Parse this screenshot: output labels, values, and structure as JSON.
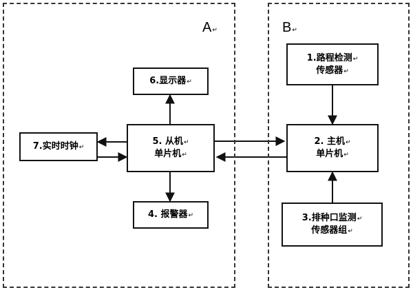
{
  "regions": [
    {
      "id": "A",
      "label": "A",
      "return_mark": "↵"
    },
    {
      "id": "B",
      "label": "B",
      "return_mark": "↵"
    }
  ],
  "blocks": [
    {
      "id": "1",
      "lines": [
        "1.路程检测",
        "传感器"
      ],
      "return_mark": "↵"
    },
    {
      "id": "2",
      "lines": [
        "2. 主机",
        "单片机"
      ],
      "return_mark": "↵"
    },
    {
      "id": "3",
      "lines": [
        "3.排种口监测",
        "传感器组"
      ],
      "return_mark": "↵"
    },
    {
      "id": "4",
      "lines": [
        "4. 报警器"
      ],
      "return_mark": "↵"
    },
    {
      "id": "5",
      "lines": [
        "5. 从机",
        "单片机"
      ],
      "return_mark": "↵"
    },
    {
      "id": "6",
      "lines": [
        "6.显示器"
      ],
      "return_mark": "↵"
    },
    {
      "id": "7",
      "lines": [
        "7.实时时钟"
      ],
      "return_mark": "↵"
    }
  ],
  "connections": [
    {
      "from": "1",
      "to": "2"
    },
    {
      "from": "3",
      "to": "2"
    },
    {
      "from": "5",
      "to": "6"
    },
    {
      "from": "5",
      "to": "4"
    },
    {
      "from": "5",
      "to": "7"
    },
    {
      "from": "7",
      "to": "5"
    },
    {
      "from": "5",
      "to": "2"
    },
    {
      "from": "2",
      "to": "5"
    }
  ]
}
